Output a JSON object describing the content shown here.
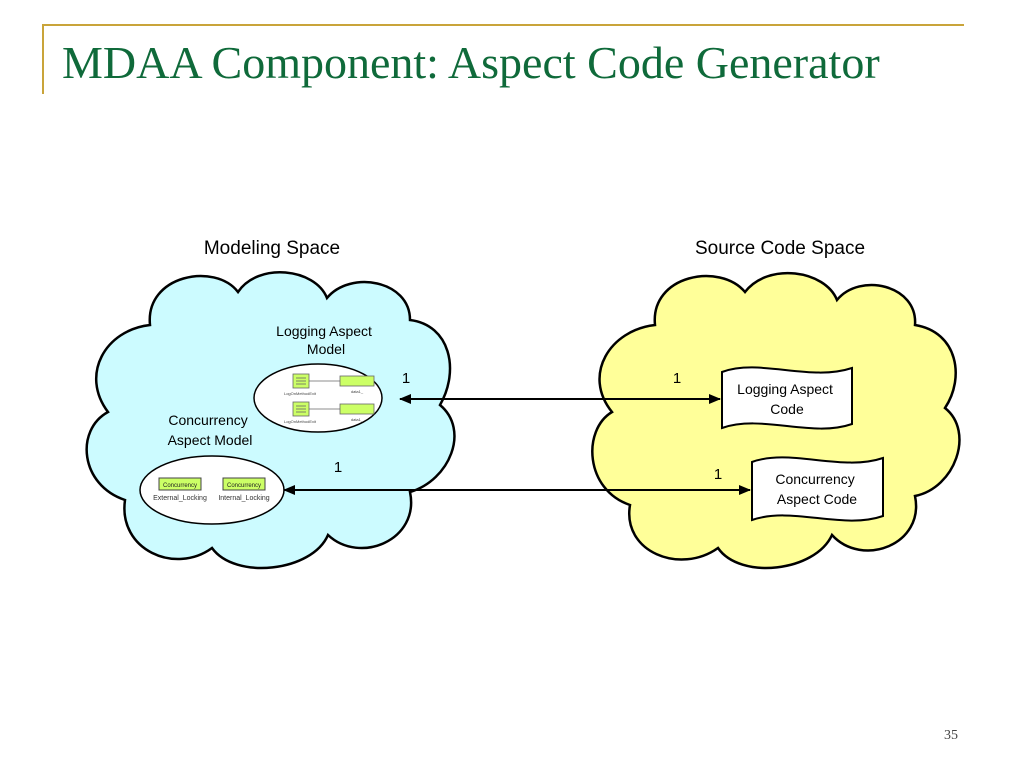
{
  "slide": {
    "title": "MDAA Component: Aspect Code Generator",
    "page_number": "35"
  },
  "colors": {
    "title": "#0f6a3a",
    "rule": "#c9a43a",
    "modeling_cloud": "#ccfbff",
    "source_cloud": "#ffff99",
    "model_icon_fill": "#ccff66"
  },
  "diagram": {
    "modeling_space": {
      "label": "Modeling Space",
      "logging_model": {
        "label_line1": "Logging Aspect",
        "label_line2": "Model",
        "icon_caption_top": "LogOnMethodExit",
        "icon_caption_bottom": "LogOnMethodExit",
        "node_top": "data1_",
        "node_bottom": "data1_"
      },
      "concurrency_model": {
        "label_line1": "Concurrency",
        "label_line2": "Aspect Model",
        "block_left_text": "Concurrency",
        "block_left_caption": "External_Locking",
        "block_right_text": "Concurrency",
        "block_right_caption": "Internal_Locking"
      }
    },
    "source_code_space": {
      "label": "Source Code Space",
      "logging_code": {
        "line1": "Logging Aspect",
        "line2": "Code"
      },
      "concurrency_code": {
        "line1": "Concurrency",
        "line2": "Aspect Code"
      }
    },
    "connectors": [
      {
        "from": "Logging Aspect Model",
        "to": "Logging Aspect Code",
        "multiplicity_left": "1",
        "multiplicity_right": "1"
      },
      {
        "from": "Concurrency Aspect Model",
        "to": "Concurrency Aspect Code",
        "multiplicity_left": "1",
        "multiplicity_right": "1"
      }
    ]
  }
}
